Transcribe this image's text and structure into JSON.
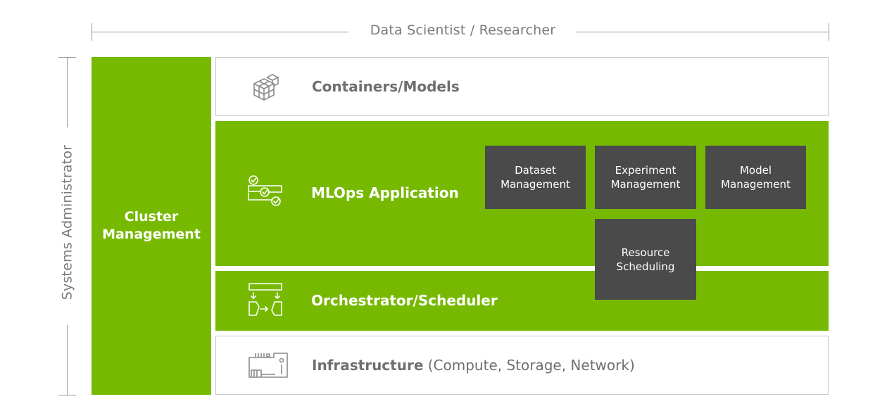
{
  "top_span": {
    "label": "Data Scientist / Researcher"
  },
  "left_span": {
    "label": "Systems Administrator"
  },
  "cluster": {
    "label": "Cluster\nManagement"
  },
  "layers": {
    "containers": {
      "title": "Containers/Models",
      "icon": "cubes-icon"
    },
    "mlops": {
      "title": "MLOps Application",
      "icon": "workflow-checks-icon"
    },
    "orchestrator": {
      "title": "Orchestrator/Scheduler",
      "icon": "scheduler-flow-icon"
    },
    "infrastructure": {
      "title": "Infrastructure",
      "suffix": " (Compute, Storage, Network)",
      "icon": "server-hardware-icon"
    }
  },
  "boxes": {
    "dataset": "Dataset\nManagement",
    "experiment": "Experiment\nManagement",
    "model": "Model\nManagement",
    "resource": "Resource\nScheduling"
  },
  "colors": {
    "green": "#76b900",
    "dark_box": "#4a4a4a",
    "line_gray": "#9a9a9a",
    "text_gray": "#6f6f6f"
  }
}
